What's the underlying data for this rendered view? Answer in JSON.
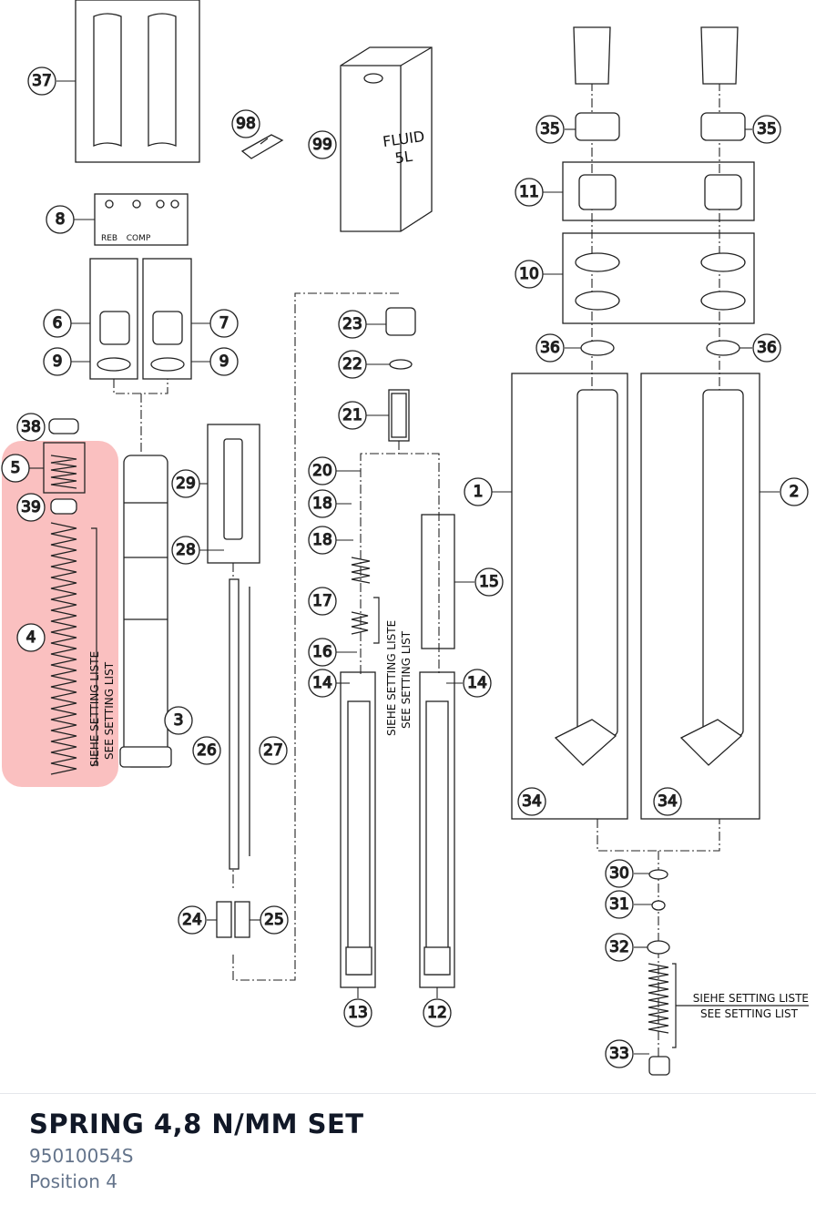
{
  "colors": {
    "highlight": "#f26a6a",
    "line": "#222222",
    "title": "#111827",
    "subtext": "#64748b"
  },
  "diagram": {
    "callouts": [
      "1",
      "2",
      "3",
      "4",
      "5",
      "6",
      "7",
      "8",
      "9",
      "9",
      "10",
      "11",
      "12",
      "13",
      "14",
      "14",
      "15",
      "16",
      "17",
      "18",
      "18",
      "20",
      "21",
      "22",
      "23",
      "24",
      "25",
      "26",
      "27",
      "28",
      "29",
      "30",
      "31",
      "32",
      "33",
      "34",
      "34",
      "35",
      "35",
      "36",
      "36",
      "37",
      "38",
      "39",
      "98",
      "99"
    ],
    "labels": {
      "fluid": "FLUID",
      "fluid_volume": "5L",
      "reb": "REB",
      "comp": "COMP",
      "setting_de": "SIEHE SETTING LISTE",
      "setting_en": "SEE SETTING LIST"
    }
  },
  "part": {
    "title": "SPRING 4,8 N/MM SET",
    "number": "95010054S",
    "position": "Position 4"
  }
}
